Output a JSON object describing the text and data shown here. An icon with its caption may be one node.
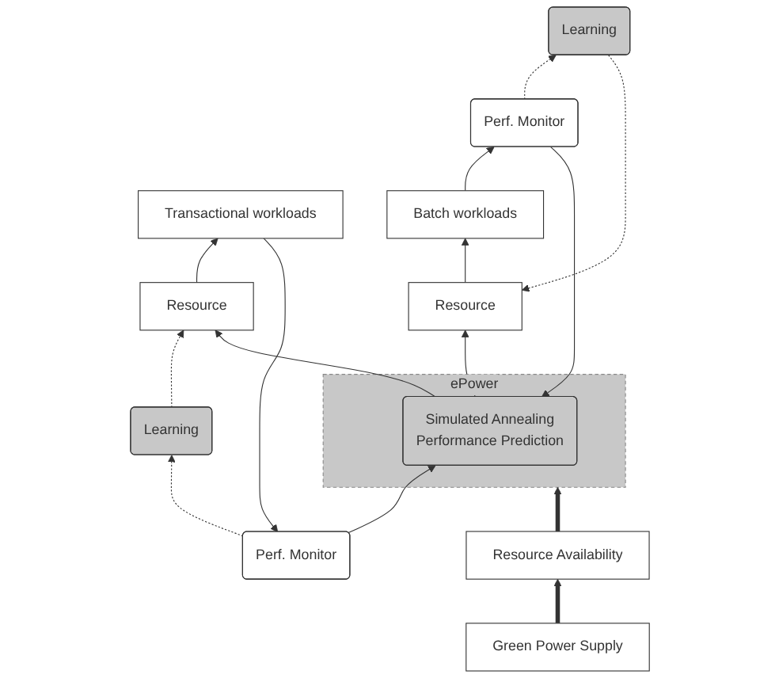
{
  "diagram": {
    "nodes": [
      {
        "text": [
          "Perf. Monitor"
        ]
      },
      {
        "text": [
          "Transactional workloads"
        ]
      },
      {
        "text": [
          "Learning"
        ]
      },
      {
        "text": [
          "Resource"
        ]
      },
      {
        "text": [
          "Perf. Monitor"
        ]
      },
      {
        "text": [
          "Learning"
        ]
      },
      {
        "text": [
          "Batch workloads"
        ]
      },
      {
        "text": [
          "Resource"
        ]
      },
      {
        "text": [
          "ePower"
        ]
      },
      {
        "text": [
          "Simulated Annealing",
          "Performance Prediction"
        ],
        "in": 8
      },
      {
        "text": [
          "Resource Availability"
        ]
      },
      {
        "text": [
          "Green Power Supply"
        ]
      }
    ],
    "edges": [
      {
        "from": 3,
        "to": 1,
        "arrow": "to"
      },
      {
        "from": 1,
        "to": 0,
        "arrow": "to"
      },
      {
        "from": 0,
        "to": 2,
        "arrow": "to",
        "style": "dashed"
      },
      {
        "from": 2,
        "to": 3,
        "arrow": "to",
        "style": "dashed"
      },
      {
        "from": 9,
        "to": 3,
        "arrow": "to"
      },
      {
        "from": 0,
        "to": 9,
        "arrow": "to"
      },
      {
        "from": 4,
        "to": 5,
        "arrow": "to",
        "style": "dashed"
      },
      {
        "from": 5,
        "to": 7,
        "arrow": "to",
        "style": "dashed"
      },
      {
        "from": 7,
        "to": 6,
        "arrow": "to"
      },
      {
        "from": 6,
        "to": 4,
        "arrow": "to"
      },
      {
        "from": 9,
        "to": 7,
        "arrow": "to"
      },
      {
        "from": 4,
        "to": 9,
        "arrow": "to"
      },
      {
        "from": 10,
        "to": 8,
        "arrow": "to",
        "style": "thick"
      },
      {
        "from": 11,
        "to": 10,
        "arrow": "to",
        "style": "thick"
      }
    ]
  }
}
